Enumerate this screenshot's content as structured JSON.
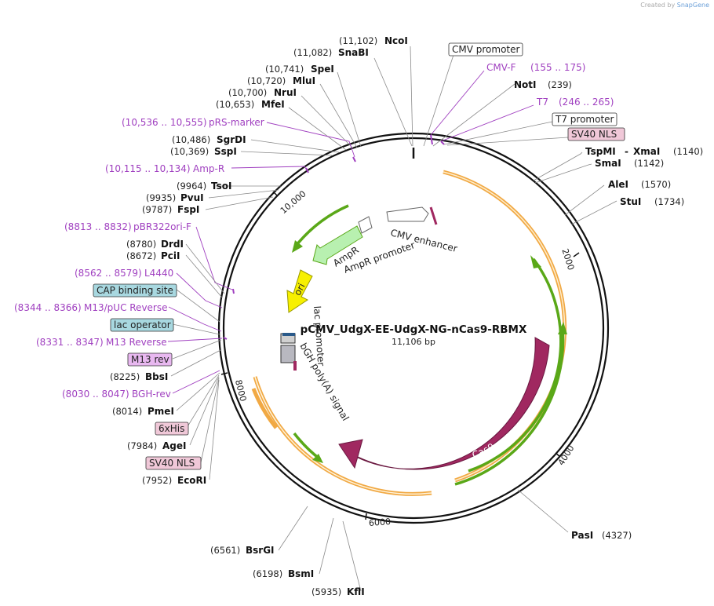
{
  "credit": {
    "prefix": "Created by",
    "brand": "SnapGene"
  },
  "plasmid": {
    "name": "pCMV_UdgX-EE-UdgX-NG-nCas9-RBMX",
    "size": "11,106 bp"
  },
  "ticks": [
    "2000",
    "4000",
    "6000",
    "8000",
    "10,000"
  ],
  "labels": {
    "ncoi": {
      "num": "(11,102)",
      "name": "NcoI"
    },
    "snabi": {
      "num": "(11,082)",
      "name": "SnaBI"
    },
    "spei": {
      "num": "(10,741)",
      "name": "SpeI"
    },
    "mlui": {
      "num": "(10,720)",
      "name": "MluI"
    },
    "nrui": {
      "num": "(10,700)",
      "name": "NruI"
    },
    "mfei": {
      "num": "(10,653)",
      "name": "MfeI"
    },
    "prs": {
      "num": "(10,536 .. 10,555)",
      "name": "pRS-marker"
    },
    "sgrdi": {
      "num": "(10,486)",
      "name": "SgrDI"
    },
    "sspi": {
      "num": "(10,369)",
      "name": "SspI"
    },
    "ampr_primer": {
      "num": "(10,115 .. 10,134)",
      "name": "Amp-R"
    },
    "tsoi": {
      "num": "(9964)",
      "name": "TsoI"
    },
    "pvui": {
      "num": "(9935)",
      "name": "PvuI"
    },
    "fspi": {
      "num": "(9787)",
      "name": "FspI"
    },
    "pbr": {
      "num": "(8813 .. 8832)",
      "name": "pBR322ori-F"
    },
    "drdi": {
      "num": "(8780)",
      "name": "DrdI"
    },
    "pcii": {
      "num": "(8672)",
      "name": "PciI"
    },
    "l4440": {
      "num": "(8562 .. 8579)",
      "name": "L4440"
    },
    "cap": {
      "name": "CAP binding site"
    },
    "m13puc": {
      "num": "(8344 .. 8366)",
      "name": "M13/pUC Reverse"
    },
    "lacop": {
      "name": "lac operator"
    },
    "m13rev_primer": {
      "num": "(8331 .. 8347)",
      "name": "M13 Reverse"
    },
    "m13rev": {
      "name": "M13 rev"
    },
    "bbsi": {
      "num": "(8225)",
      "name": "BbsI"
    },
    "bghrev": {
      "num": "(8030 .. 8047)",
      "name": "BGH-rev"
    },
    "pmei": {
      "num": "(8014)",
      "name": "PmeI"
    },
    "sixhis": {
      "name": "6xHis"
    },
    "agei": {
      "num": "(7984)",
      "name": "AgeI"
    },
    "sv40nls_b": {
      "name": "SV40 NLS"
    },
    "ecori": {
      "num": "(7952)",
      "name": "EcoRI"
    },
    "bsrgi": {
      "num": "(6561)",
      "name": "BsrGI"
    },
    "bsmi": {
      "num": "(6198)",
      "name": "BsmI"
    },
    "kfli": {
      "num": "(5935)",
      "name": "KflI"
    },
    "pasi": {
      "name": "PasI",
      "num": "(4327)"
    },
    "cmvprom": {
      "name": "CMV promoter"
    },
    "cmvf": {
      "name": "CMV-F",
      "num": "(155 .. 175)"
    },
    "noti": {
      "name": "NotI",
      "num": "(239)"
    },
    "t7": {
      "name": "T7",
      "num": "(246 .. 265)"
    },
    "t7prom": {
      "name": "T7 promoter"
    },
    "sv40nls_t": {
      "name": "SV40 NLS"
    },
    "tspmi": {
      "name": "TspMI",
      "sep": "-",
      "name2": "XmaI",
      "num": "(1140)"
    },
    "smai": {
      "name": "SmaI",
      "num": "(1142)"
    },
    "alei": {
      "name": "AleI",
      "num": "(1570)"
    },
    "stui": {
      "name": "StuI",
      "num": "(1734)"
    }
  },
  "inner": {
    "cmv_enhancer": "CMV enhancer",
    "ampr": "AmpR",
    "ampr_promoter": "AmpR promoter",
    "ori": "ori",
    "lac_promoter": "lac promoter",
    "bgh": "bGH poly(A) signal",
    "cas9": "Cas9"
  },
  "colors": {
    "backbone": "#111111",
    "orange": "#f0a030",
    "green": "#5aa818",
    "cas9": "#a02860",
    "ori": "#f7f000",
    "ampr": "#b8f0b0",
    "primer": "#a040c0",
    "pink_box": "#f0c8d8",
    "teal_box": "#a8d8e0",
    "violet_box": "#e8b8f0"
  }
}
